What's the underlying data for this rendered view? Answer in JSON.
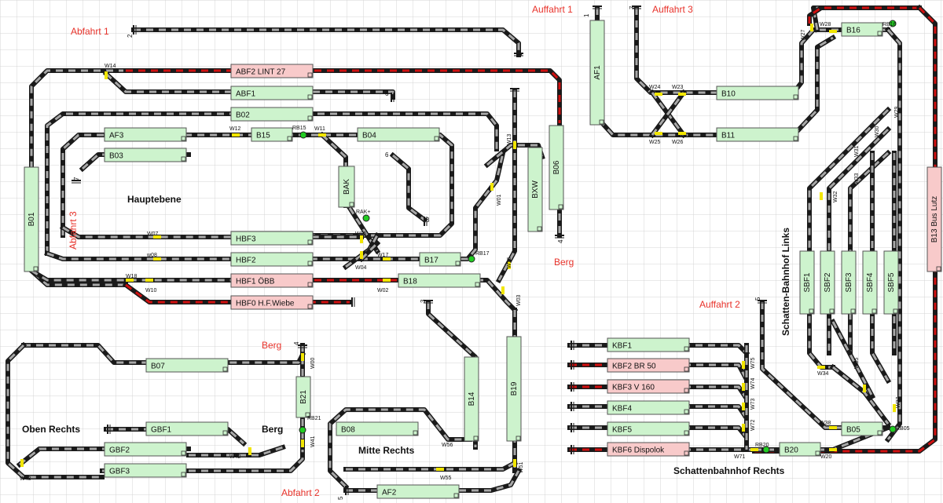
{
  "colors": {
    "grid": "#d4d4d4",
    "track_dark": "#1a1a1a",
    "track_light": "#a8a8a8",
    "occupied": "#d11010",
    "switch_active": "#f2e600",
    "block_green": "#cdf3cd",
    "block_red": "#f8caca",
    "signal_green": "#22cc22",
    "label_red": "#e8322a",
    "text": "#111111"
  },
  "area_labels": {
    "hauptebene": "Hauptebene",
    "oben_rechts": "Oben Rechts",
    "mitte_rechts": "Mitte Rechts",
    "berg_lower": "Berg",
    "schatten_links": "Schatten-Bahnhof Links",
    "schatten_rechts": "Schattenbahnhof Rechts"
  },
  "red_labels": {
    "abfahrt1": "Abfahrt 1",
    "abfahrt2": "Abfahrt 2",
    "abfahrt3": "Abfahrt 3",
    "auffahrt1": "Auffahrt 1",
    "auffahrt2": "Auffahrt 2",
    "auffahrt3": "Auffahrt 3",
    "berg_right": "Berg",
    "berg_left": "Berg"
  },
  "blocks": {
    "abf2": "ABF2 LINT 27",
    "abf1": "ABF1",
    "b02": "B02",
    "af3": "AF3",
    "b15": "B15",
    "b04": "B04",
    "b03": "B03",
    "bak": "BAK",
    "hbf3": "HBF3",
    "hbf2": "HBF2",
    "b17": "B17",
    "hbf1": "HBF1 ÖBB",
    "b18": "B18",
    "hbf0": "HBF0 H.F.Wiebe",
    "b01": "B01",
    "b06": "B06",
    "bxw": "BXW",
    "af1": "AF1",
    "b10": "B10",
    "b11": "B11",
    "b16": "B16",
    "b13": "B13 Bus Lutz",
    "sbf1": "SBF1",
    "sbf2": "SBF2",
    "sbf3": "SBF3",
    "sbf4": "SBF4",
    "sbf5": "SBF5",
    "b07": "B07",
    "b21": "B21",
    "gbf1": "GBF1",
    "gbf2": "GBF2",
    "gbf3": "GBF3",
    "b08": "B08",
    "b14": "B14",
    "b19": "B19",
    "af2": "AF2",
    "kbf1": "KBF1",
    "kbf2": "KBF2 BR 50",
    "kbf3": "KBF3 V 160",
    "kbf4": "KBF4",
    "kbf5": "KBF5",
    "kbf6": "KBF6 Dispolok",
    "b05": "B05",
    "b20": "B20"
  },
  "switches": {
    "w14": "W14",
    "w12": "W12",
    "w11": "W11",
    "w07": "W07",
    "w08": "w08",
    "w18": "W18",
    "w10": "W10",
    "w05": "W05",
    "w04": "W04",
    "w17": "W17",
    "w02": "W02",
    "w13": "W13",
    "w01": "W01",
    "w16": "W16",
    "w03": "W03",
    "w24": "W24",
    "w23": "W23",
    "w25": "W25",
    "w26": "W26",
    "w27": "W27",
    "w28": "W28",
    "w29": "W29",
    "w30": "W30",
    "w31": "W31",
    "w32": "W32",
    "w33": "W33",
    "w34": "W34",
    "w35": "W35",
    "w37": "W37",
    "w38": "W38",
    "w75": "W75",
    "w74": "W74",
    "w73": "W73",
    "w72": "W72",
    "w71": "W71",
    "w20": "W20",
    "w00": "W00",
    "w41": "W41",
    "w42": "W42",
    "w43": "W43",
    "w56": "W56",
    "w55": "W55",
    "w51": "W51"
  },
  "sensors": {
    "rb15": "RB15",
    "rb17": "RB17",
    "rb16": "RB16",
    "rak": "RAK+",
    "rb21": "RB21",
    "rb05": "RB05",
    "rb20": "RB20"
  },
  "track_ends": {
    "e1": "1",
    "e2": "2",
    "e3": "3",
    "e4": "4",
    "e5": "5",
    "e6": "6",
    "e7": "7"
  }
}
